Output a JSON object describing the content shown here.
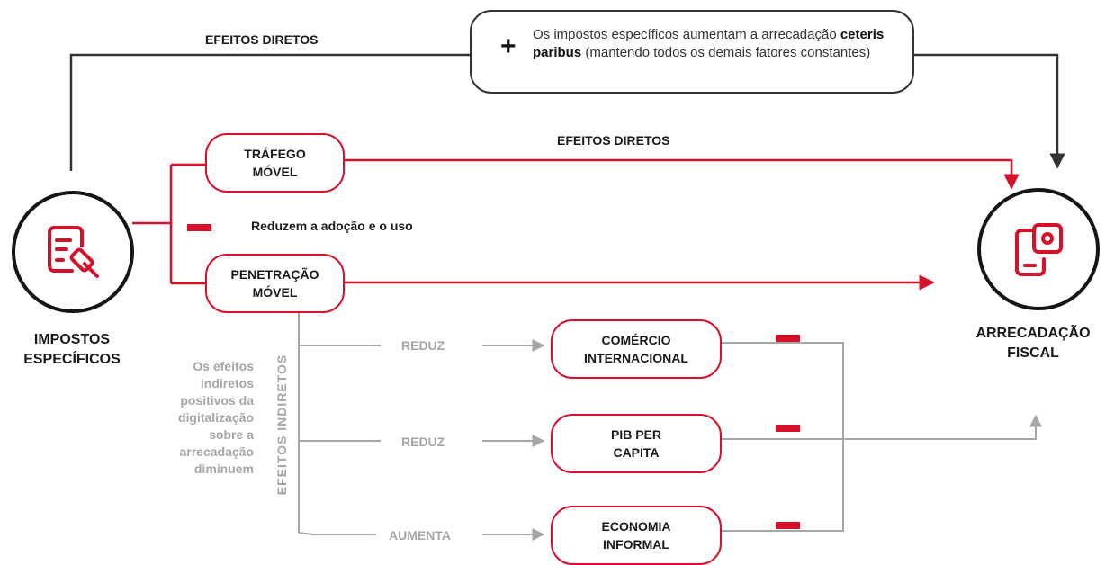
{
  "colors": {
    "accent": "#d8112a",
    "line_dark": "#333333",
    "line_gray": "#a6a6a6",
    "text": "#1a1a1a"
  },
  "nodes": {
    "source": {
      "label": "IMPOSTOS ESPECÍFICOS",
      "icon": "tax-document-gavel-icon"
    },
    "target": {
      "label": "ARRECADAÇÃO FISCAL",
      "icon": "mobile-phone-payment-icon"
    },
    "trafego": "TRÁFEGO MÓVEL",
    "penetracao": "PENETRAÇÃO MÓVEL",
    "comercio": "COMÉRCIO INTERNACIONAL",
    "pib": "PIB PER CAPITA",
    "economia": "ECONOMIA INFORMAL"
  },
  "labels": {
    "direct_top": "EFEITOS DIRETOS",
    "direct_middle": "EFEITOS DIRETOS",
    "reduce_adoption": "Reduzem a adoção e o uso",
    "indirect_vertical": "EFEITOS INDIRETOS",
    "indirect_note": "Os efeitos indiretos positivos da digitalização sobre a arrecadação diminuem",
    "reduz_1": "REDUZ",
    "reduz_2": "REDUZ",
    "aumenta": "AUMENTA"
  },
  "callout": {
    "sign": "+",
    "text_before": "Os impostos específicos aumentam a arrecadação ",
    "text_bold": "ceteris paribus",
    "text_after": " (mantendo todos os demais fatores constantes)"
  }
}
